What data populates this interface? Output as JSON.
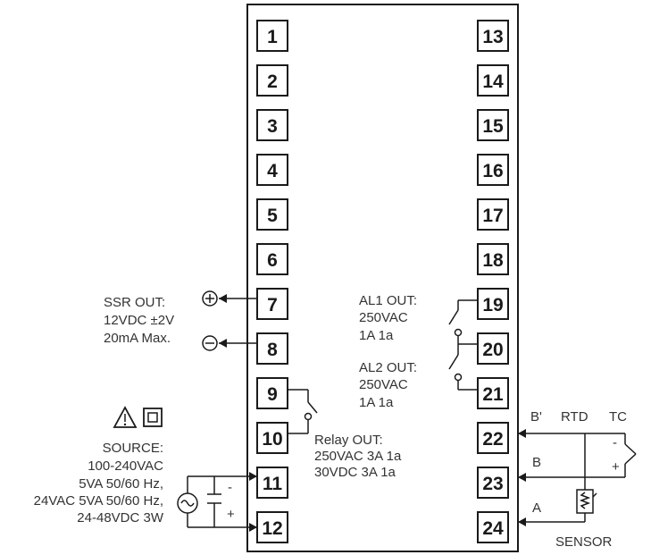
{
  "terminals_left": [
    "1",
    "2",
    "3",
    "4",
    "5",
    "6",
    "7",
    "8",
    "9",
    "10",
    "11",
    "12"
  ],
  "terminals_right": [
    "13",
    "14",
    "15",
    "16",
    "17",
    "18",
    "19",
    "20",
    "21",
    "22",
    "23",
    "24"
  ],
  "ssr": {
    "title": "SSR OUT:",
    "line2": "12VDC ±2V",
    "line3": "20mA Max.",
    "plus": "+",
    "minus": "−"
  },
  "source": {
    "title": "SOURCE:",
    "l1": "100-240VAC",
    "l2": "5VA 50/60 Hz,",
    "l3": "24VAC 5VA 50/60 Hz,",
    "l4": "24-48VDC 3W",
    "minus": "-",
    "plus": "+"
  },
  "relay": {
    "title": "Relay OUT:",
    "l1": "250VAC 3A 1a",
    "l2": "30VDC 3A 1a"
  },
  "al1": {
    "title": "AL1 OUT:",
    "l1": "250VAC",
    "l2": "1A 1a"
  },
  "al2": {
    "title": "AL2 OUT:",
    "l1": "250VAC",
    "l2": "1A 1a"
  },
  "sensor": {
    "b_prime": "B'",
    "rtd": "RTD",
    "tc": "TC",
    "b": "B",
    "a": "A",
    "tc_minus": "-",
    "tc_plus": "+",
    "caption": "SENSOR"
  }
}
